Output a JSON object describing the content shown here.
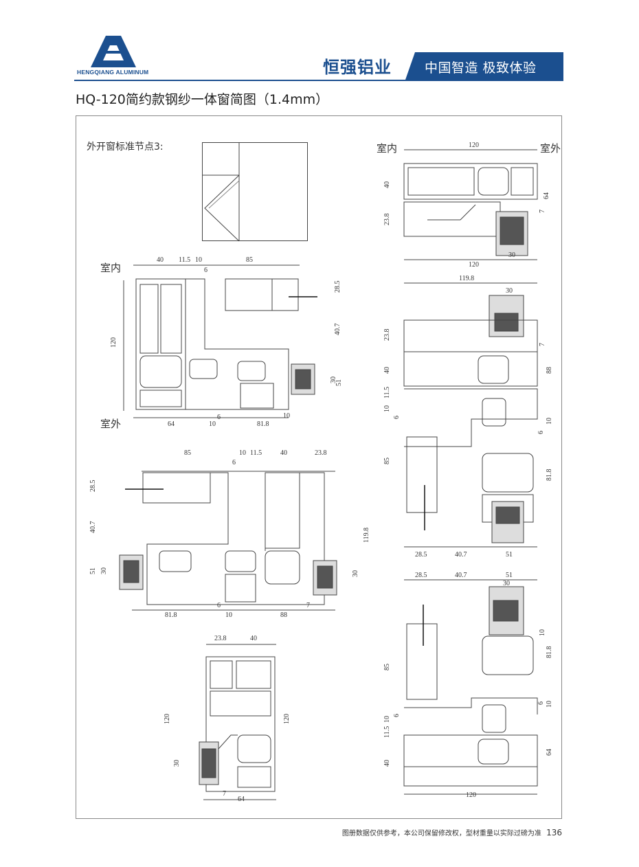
{
  "brand": {
    "logo_text": "HENGQIANG ALUMINUM",
    "name": "恒强铝业",
    "slogan": "中国智造 极致体验",
    "primary_color": "#1b4f8f"
  },
  "title": "HQ-120简约款钢纱一体窗简图（1.4mm）",
  "node_label": "外开窗标准节点3:",
  "footer": {
    "note": "图册数据仅供参考，本公司保留修改权，型材重量以实际过磅为准",
    "page": "136"
  },
  "labels": {
    "indoor": "室内",
    "outdoor": "室外"
  },
  "dims": {
    "d1": {
      "a": "40",
      "b": "11.5",
      "c": "10",
      "d": "85",
      "e": "6",
      "f": "28.5",
      "g": "40.7",
      "h": "120",
      "i": "30",
      "j": "51",
      "k": "64",
      "l": "10",
      "m": "6",
      "n": "81.8",
      "o": "10"
    },
    "d2": {
      "a": "85",
      "b": "10",
      "c": "11.5",
      "d": "40",
      "e": "23.8",
      "f": "6",
      "g": "28.5",
      "h": "40.7",
      "i": "119.8",
      "j": "51",
      "k": "30",
      "l": "30",
      "m": "6",
      "n": "7",
      "o": "81.8",
      "p": "10",
      "q": "88"
    },
    "d3": {
      "a": "23.8",
      "b": "40",
      "c": "120",
      "d": "120",
      "e": "30",
      "f": "7",
      "g": "64"
    },
    "d4": {
      "a": "120",
      "b": "40",
      "c": "64",
      "d": "23.8",
      "e": "7",
      "f": "30",
      "g": "120"
    },
    "d5": {
      "a": "119.8",
      "b": "30",
      "c": "23.8",
      "d": "7",
      "e": "40",
      "f": "88",
      "g": "10",
      "h": "11.5",
      "i": "6",
      "j": "10",
      "k": "6",
      "l": "85",
      "m": "81.8",
      "n": "28.5",
      "o": "40.7",
      "p": "51"
    },
    "d6": {
      "a": "28.5",
      "b": "40.7",
      "c": "51",
      "d": "30",
      "e": "10",
      "f": "85",
      "g": "81.8",
      "h": "6",
      "i": "10",
      "j": "10",
      "k": "6",
      "l": "11.5",
      "m": "40",
      "n": "64",
      "o": "120"
    }
  }
}
